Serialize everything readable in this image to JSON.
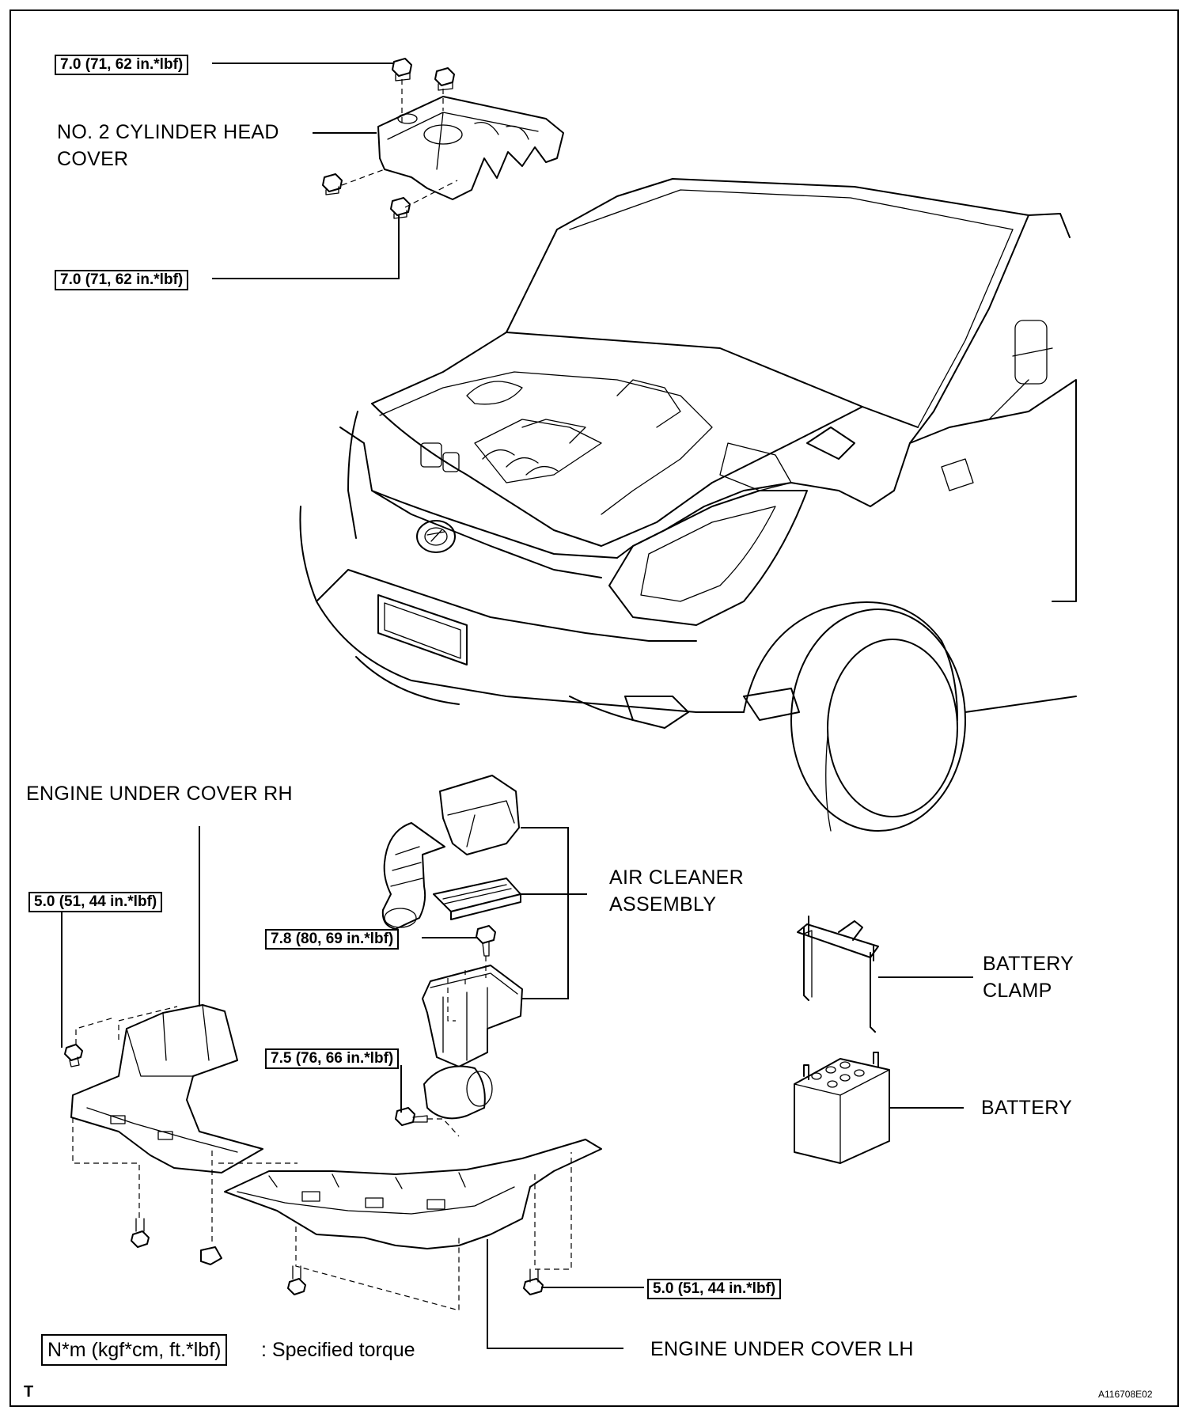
{
  "labels": {
    "cylinder_head_cover": [
      "NO. 2 CYLINDER HEAD",
      "COVER"
    ],
    "engine_under_cover_rh": "ENGINE UNDER COVER RH",
    "air_cleaner_assembly": [
      "AIR CLEANER",
      "ASSEMBLY"
    ],
    "battery_clamp": [
      "BATTERY",
      "CLAMP"
    ],
    "battery": "BATTERY",
    "engine_under_cover_lh": "ENGINE UNDER COVER LH"
  },
  "torques": {
    "head_cover_top": "7.0 (71, 62 in.*lbf)",
    "head_cover_bottom": "7.0 (71, 62 in.*lbf)",
    "under_cover_rh": "5.0 (51, 44 in.*lbf)",
    "air_cleaner_upper": "7.8 (80, 69 in.*lbf)",
    "air_cleaner_lower": "7.5 (76, 66 in.*lbf)",
    "under_cover_lh": "5.0 (51, 44 in.*lbf)"
  },
  "legend": {
    "unit": "N*m (kgf*cm, ft.*lbf)",
    "text": ": Specified torque"
  },
  "corner_mark": "T",
  "figure_id": "A116708E02"
}
